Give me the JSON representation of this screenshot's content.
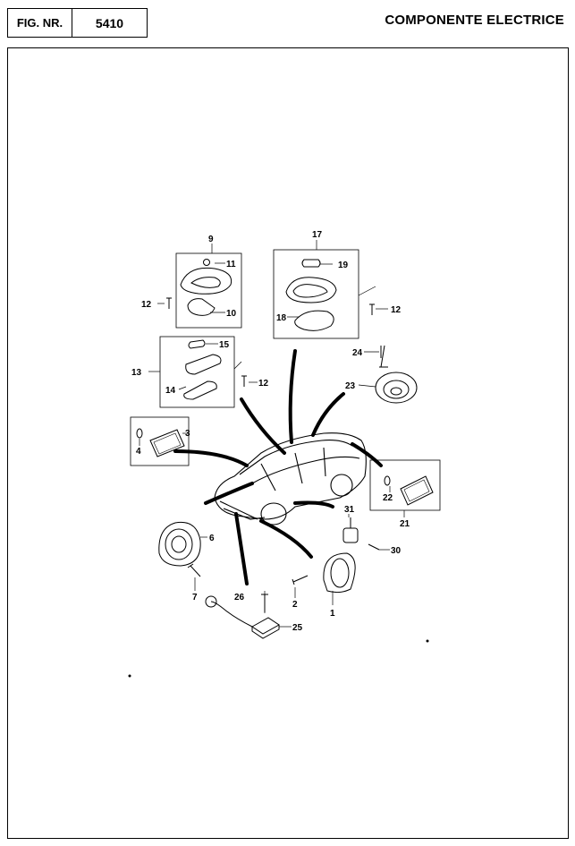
{
  "header": {
    "fig_label": "FIG. NR.",
    "fig_number": "5410",
    "title": "COMPONENTE ELECTRICE"
  },
  "callouts": [
    "1",
    "2",
    "3",
    "4",
    "6",
    "7",
    "9",
    "10",
    "11",
    "12",
    "12",
    "12",
    "13",
    "14",
    "15",
    "17",
    "18",
    "19",
    "21",
    "22",
    "23",
    "24",
    "25",
    "26",
    "30",
    "31"
  ]
}
